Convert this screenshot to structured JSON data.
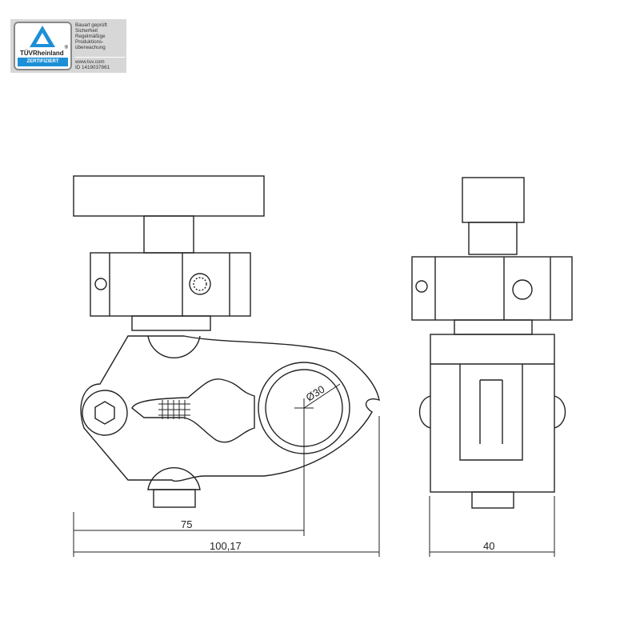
{
  "badge": {
    "brand": "TÜVRheinland",
    "registered": "®",
    "certified": "ZERTIFIZIERT",
    "lines": [
      "Bauart geprüft",
      "Sicherheit",
      "Regelmäßige",
      "Produktions-",
      "überwachung"
    ],
    "web": "www.tuv.com",
    "id": "ID 1419037861",
    "accent": "#1d8fd6"
  },
  "dimensions": {
    "diameter": "Ø30",
    "length_center": "75",
    "length_total": "100,17",
    "width": "40"
  }
}
